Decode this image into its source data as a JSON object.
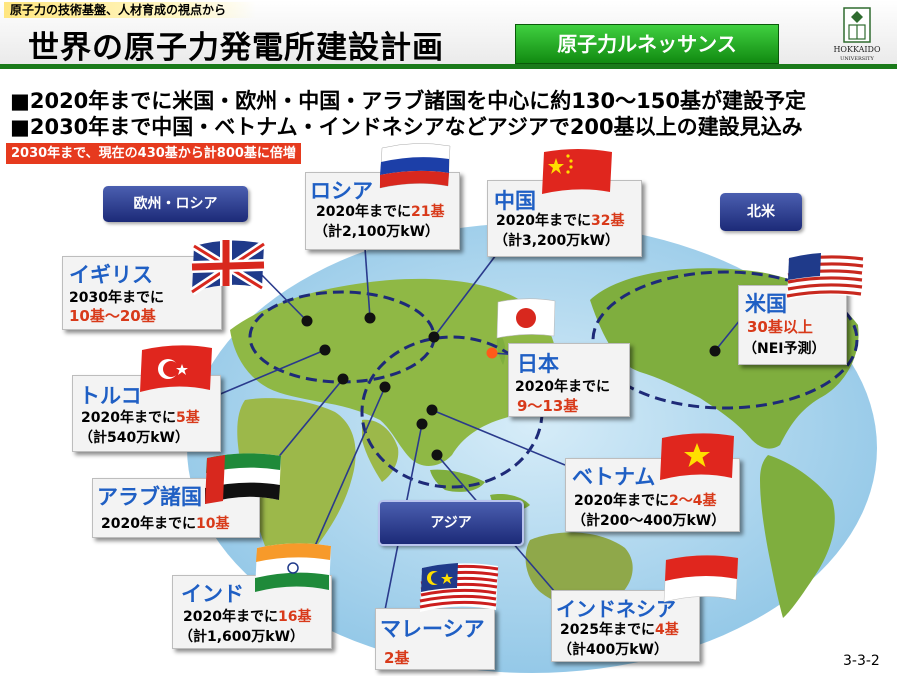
{
  "header": {
    "subtitle": "原子力の技術基盤、人材育成の視点から",
    "title": "世界の原子力発電所建設計画",
    "tag": "原子力ルネッサンス",
    "logo_text": "HOKKAIDO",
    "logo_subtext": "UNIVERSITY"
  },
  "bullets": [
    "■2020年までに米国・欧州・中国・アラブ諸国を中心に約130～150基が建設予定",
    "■2030年まで中国・ベトナム・インドネシアなどアジアで200基以上の建設見込み"
  ],
  "highlight": "2030年まで、現在の430基から計800基に倍増",
  "regions": {
    "europe": "欧州・ロシア",
    "north_america": "北米",
    "asia": "アジア"
  },
  "countries": {
    "uk": {
      "name": "イギリス",
      "line1": "2030年までに",
      "line2": "10基～20基"
    },
    "russia": {
      "name": "ロシア",
      "line1_pre": "2020年までに",
      "line1_red": "21基",
      "line2": "（計2,100万kW）"
    },
    "china": {
      "name": "中国",
      "line1_pre": "2020年までに",
      "line1_red": "32基",
      "line2": "（計3,200万kW）"
    },
    "usa": {
      "name": "米国",
      "line1": "30基以上",
      "line2": "（NEI予測）"
    },
    "turkey": {
      "name": "トルコ",
      "line1_pre": "2020年までに",
      "line1_red": "5基",
      "line2": "（計540万kW）"
    },
    "japan": {
      "name": "日本",
      "line1": "2020年までに",
      "line2": "9～13基"
    },
    "arab": {
      "name": "アラブ諸国",
      "line1_pre": "2020年までに",
      "line1_red": "10基"
    },
    "vietnam": {
      "name": "ベトナム",
      "line1_pre": "2020年までに",
      "line1_red": "2～4基",
      "line2": "（計200～400万kW）"
    },
    "india": {
      "name": "インド",
      "line1_pre": "2020年までに",
      "line1_red": "16基",
      "line2": "（計1,600万kW）"
    },
    "malaysia": {
      "name": "マレーシア",
      "line1": "2基"
    },
    "indonesia": {
      "name": "インドネシア",
      "line1_pre": "2025年までに",
      "line1_red": "4基",
      "line2": "（計400万kW）"
    }
  },
  "page_number": "3-3-2",
  "colors": {
    "accent_green": "#1a7a1a",
    "callout_name": "#1f5fc4",
    "emphasis_red": "#d83a1a",
    "region_blue": "#2a3a8c",
    "ocean": "#a8d4ec",
    "land": "#7fae3e"
  }
}
